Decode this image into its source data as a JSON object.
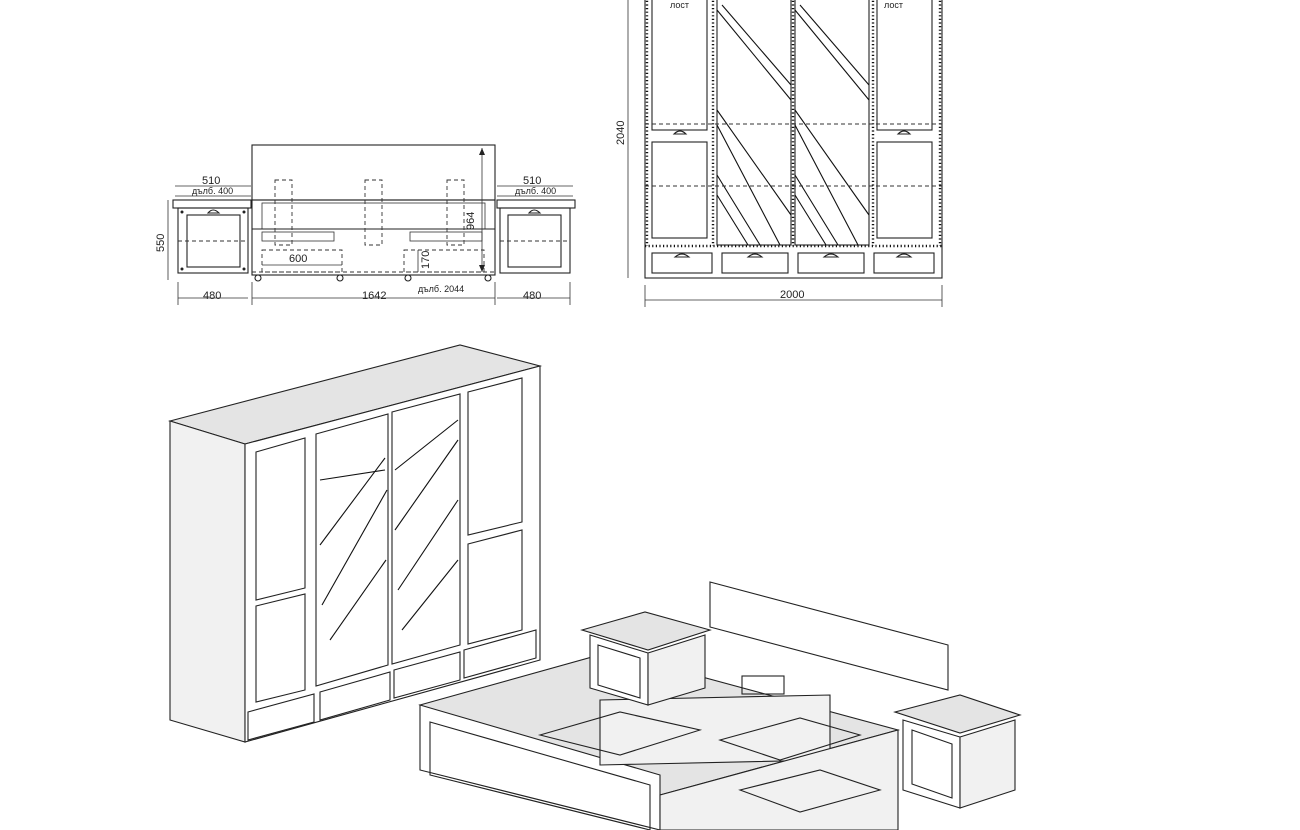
{
  "front_view": {
    "nightstand_width": "510",
    "nightstand_depth": "дълб. 400",
    "nightstand_height": "550",
    "nightstand_base": "480",
    "bed_width": "1642",
    "bed_depth": "дълб. 2044",
    "drawer_width": "600",
    "drawer_height": "170",
    "headboard_height": "964"
  },
  "wardrobe_view": {
    "height": "2040",
    "width": "2000",
    "shelf_label": "лост"
  }
}
